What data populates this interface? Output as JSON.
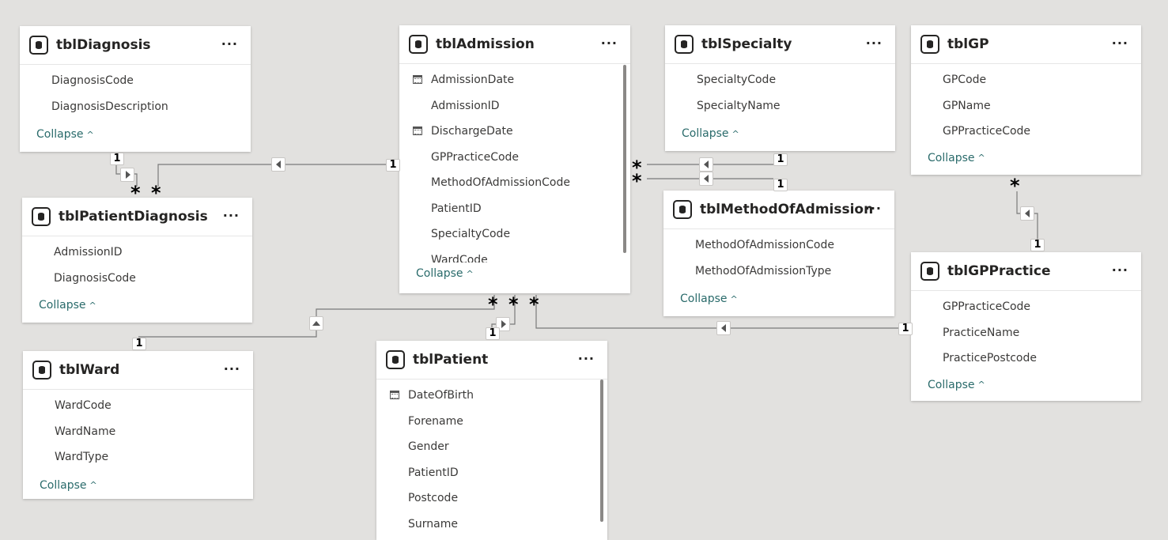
{
  "more_label": "···",
  "collapse_label": "Collapse",
  "collapse_chevron": "^",
  "many_symbol": "*",
  "one_symbol": "1",
  "tables": {
    "diagnosis": {
      "name": "tblDiagnosis",
      "fields": [
        "DiagnosisCode",
        "DiagnosisDescription"
      ]
    },
    "admission": {
      "name": "tblAdmission",
      "fields": [
        "AdmissionDate",
        "AdmissionID",
        "DischargeDate",
        "GPPracticeCode",
        "MethodOfAdmissionCode",
        "PatientID",
        "SpecialtyCode",
        "WardCode"
      ],
      "date_fields": [
        "AdmissionDate",
        "DischargeDate"
      ]
    },
    "specialty": {
      "name": "tblSpecialty",
      "fields": [
        "SpecialtyCode",
        "SpecialtyName"
      ]
    },
    "gp": {
      "name": "tblGP",
      "fields": [
        "GPCode",
        "GPName",
        "GPPracticeCode"
      ]
    },
    "patient_diagnosis": {
      "name": "tblPatientDiagnosis",
      "fields": [
        "AdmissionID",
        "DiagnosisCode"
      ]
    },
    "method_of_admission": {
      "name": "tblMethodOfAdmission",
      "fields": [
        "MethodOfAdmissionCode",
        "MethodOfAdmissionType"
      ]
    },
    "gp_practice": {
      "name": "tblGPPractice",
      "fields": [
        "GPPracticeCode",
        "PracticeName",
        "PracticePostcode"
      ]
    },
    "ward": {
      "name": "tblWard",
      "fields": [
        "WardCode",
        "WardName",
        "WardType"
      ]
    },
    "patient": {
      "name": "tblPatient",
      "fields": [
        "DateOfBirth",
        "Forename",
        "Gender",
        "PatientID",
        "Postcode",
        "Surname"
      ],
      "date_fields": [
        "DateOfBirth"
      ]
    }
  },
  "colors": {
    "canvas": "#e2e1df",
    "line": "#7a7a7a",
    "collapse_link": "#2a6b6b"
  }
}
